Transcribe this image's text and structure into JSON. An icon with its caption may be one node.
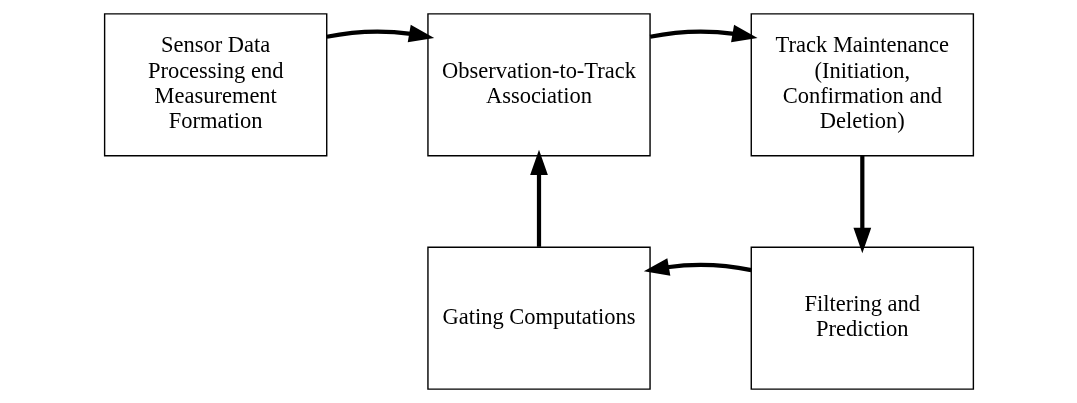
{
  "diagram": {
    "nodes": [
      {
        "text": [
          "Sensor Data Processing end Measurement Formation"
        ]
      },
      {
        "text": [
          "Observation-to-Track Association"
        ]
      },
      {
        "text": [
          "Track Maintenance (Initiation, Confirmation and Deletion)"
        ]
      },
      {
        "text": [
          "Filtering and Prediction"
        ]
      },
      {
        "text": [
          "Gating Computations"
        ]
      }
    ],
    "edges": [
      {
        "from": 0,
        "to": 1,
        "arrow": "to"
      },
      {
        "from": 1,
        "to": 2,
        "arrow": "to"
      },
      {
        "from": 2,
        "to": 3,
        "arrow": "to"
      },
      {
        "from": 3,
        "to": 4,
        "arrow": "to"
      },
      {
        "from": 4,
        "to": 1,
        "arrow": "to"
      }
    ]
  }
}
